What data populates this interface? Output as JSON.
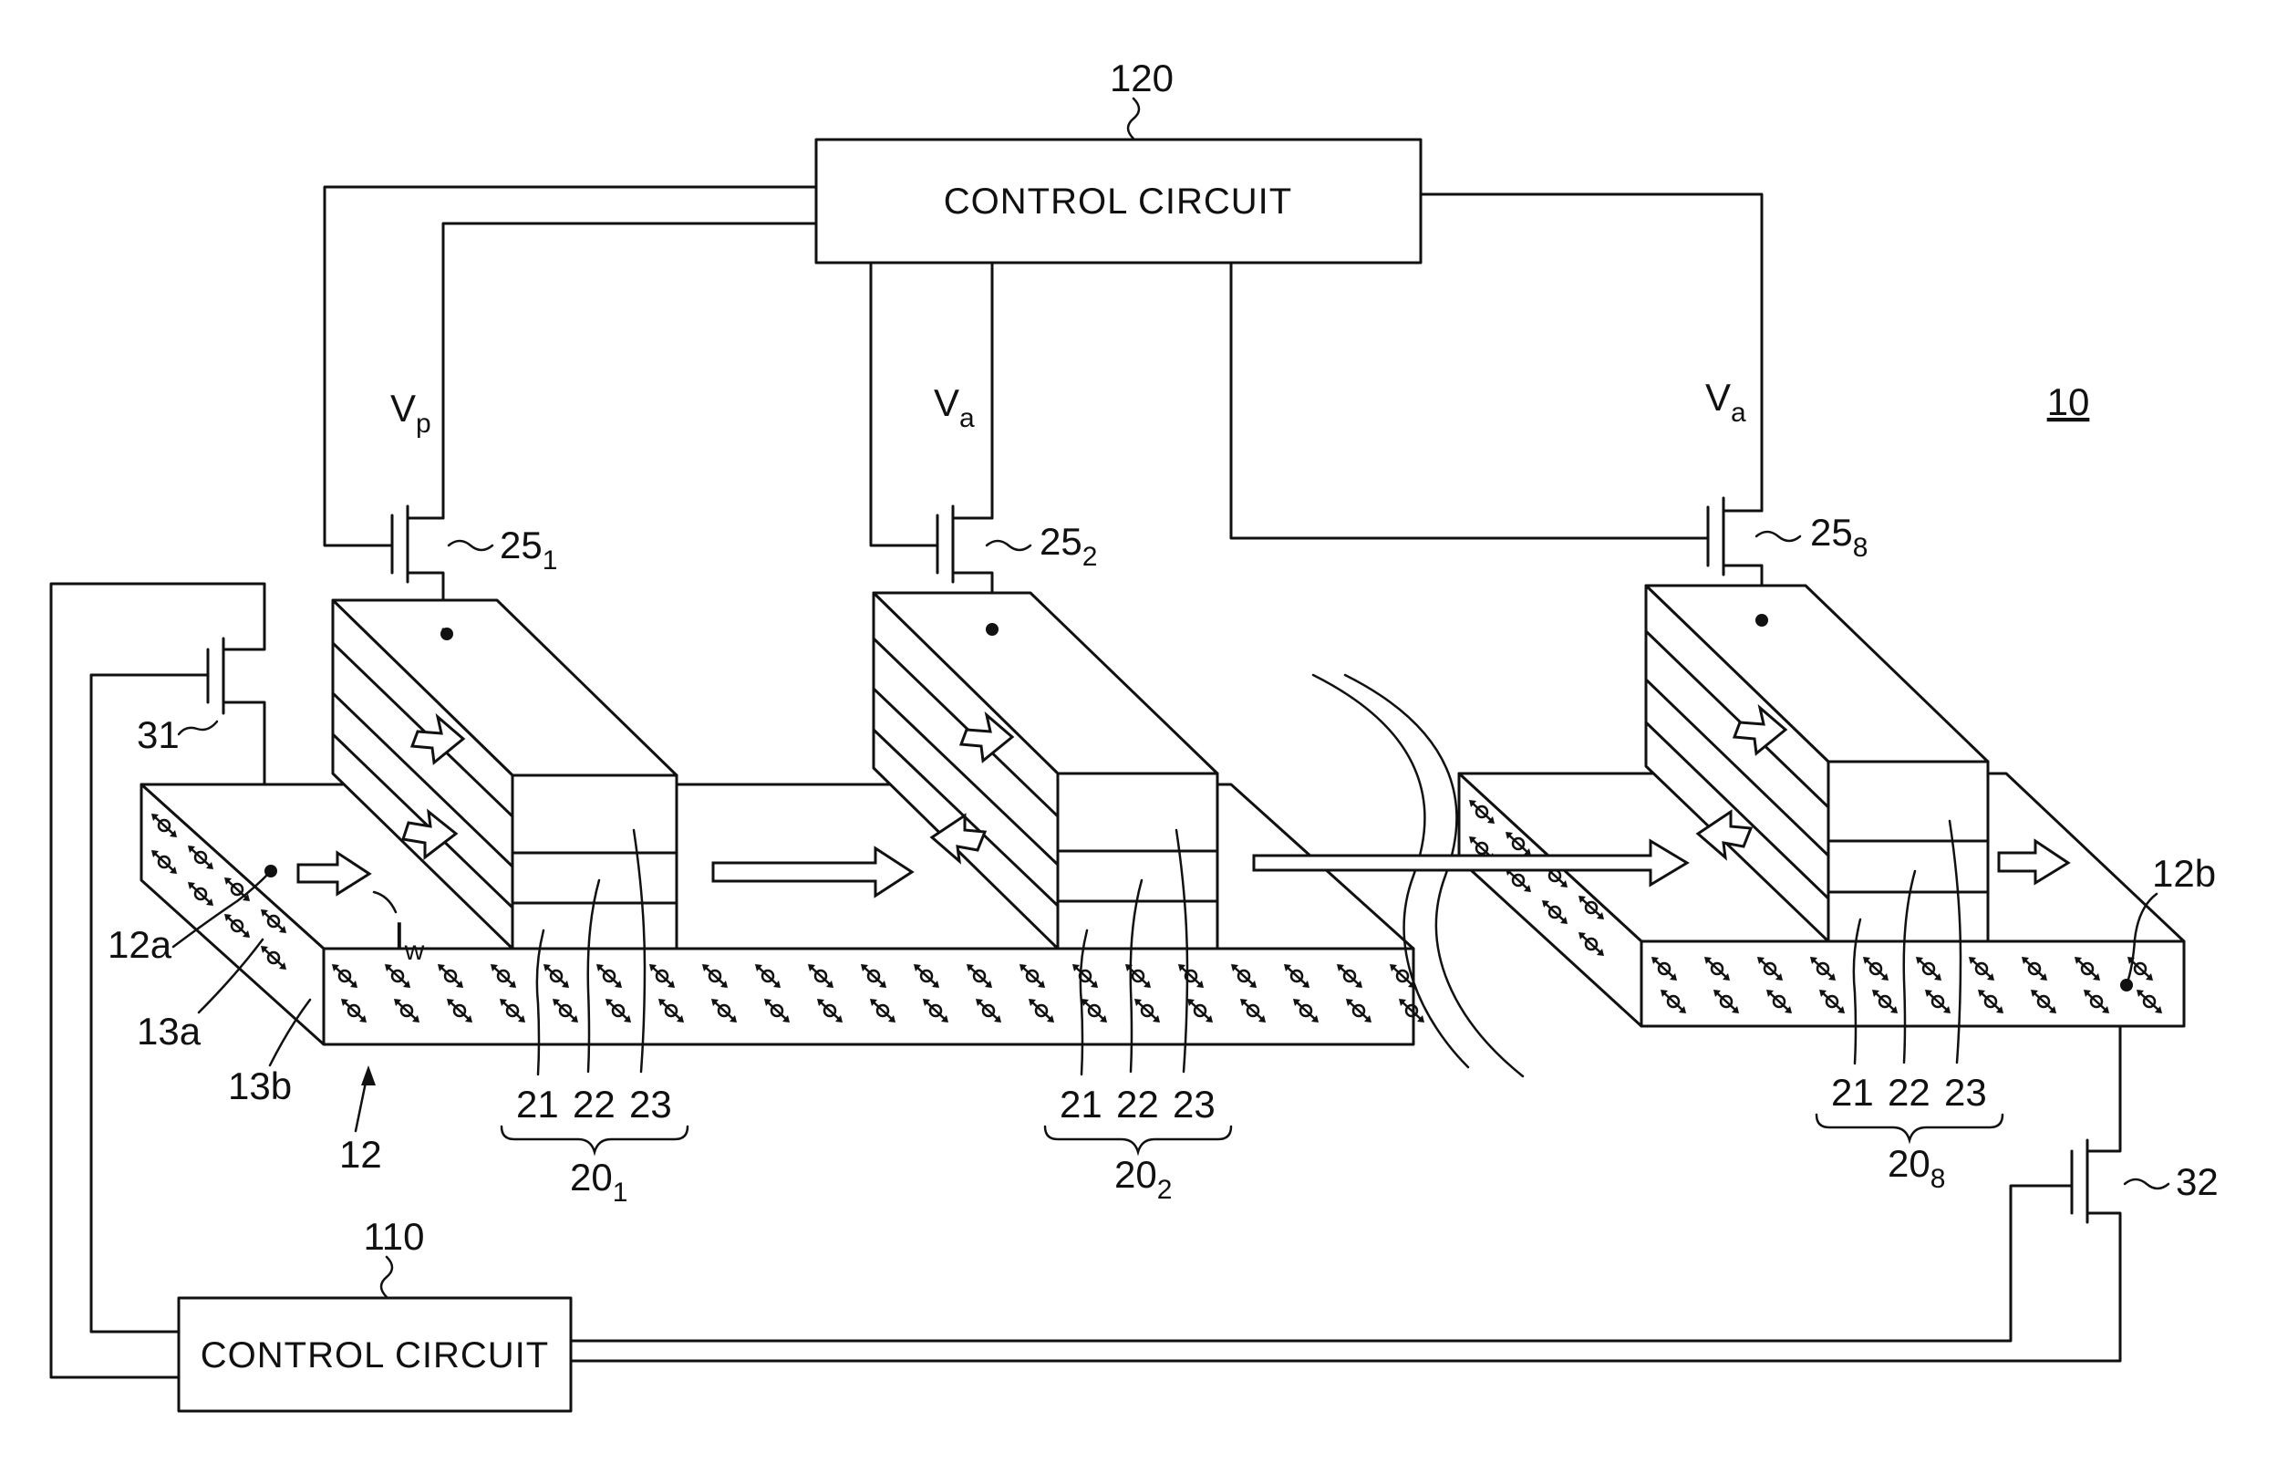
{
  "figure": {
    "number": "10",
    "control_circuit_top": {
      "ref": "120",
      "label": "CONTROL CIRCUIT"
    },
    "control_circuit_bottom": {
      "ref": "110",
      "label": "CONTROL CIRCUIT"
    },
    "voltages": {
      "vp": "V",
      "vp_sub": "p",
      "va": "V",
      "va_sub": "a"
    },
    "transistors": [
      {
        "ref": "25",
        "sub": "1"
      },
      {
        "ref": "25",
        "sub": "2"
      },
      {
        "ref": "25",
        "sub": "8"
      },
      {
        "ref": "31"
      },
      {
        "ref": "32"
      }
    ],
    "wire": {
      "ref": "12",
      "end_a": "12a",
      "end_b": "12b",
      "region_a": "13a",
      "region_b": "13b"
    },
    "current": {
      "label": "I",
      "sub": "w"
    },
    "cells": [
      {
        "ref": "20",
        "sub": "1",
        "layers": [
          "21",
          "22",
          "23"
        ]
      },
      {
        "ref": "20",
        "sub": "2",
        "layers": [
          "21",
          "22",
          "23"
        ]
      },
      {
        "ref": "20",
        "sub": "8",
        "layers": [
          "21",
          "22",
          "23"
        ]
      }
    ]
  }
}
